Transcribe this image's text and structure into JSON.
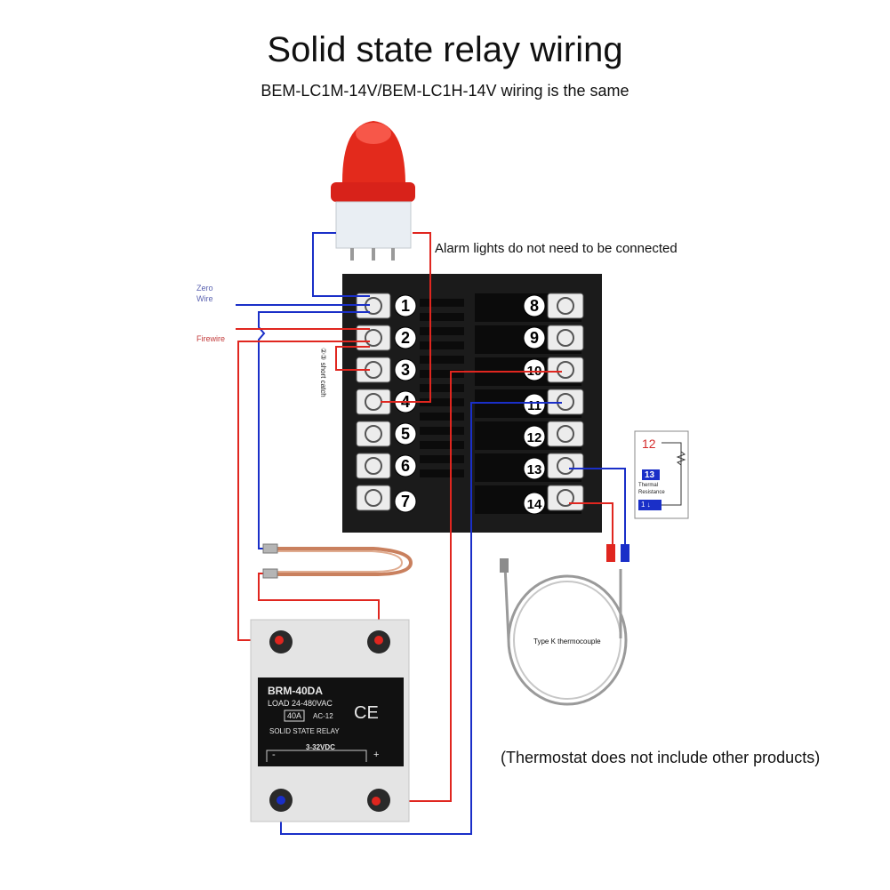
{
  "title": "Solid state relay wiring",
  "subtitle": "BEM-LC1M-14V/BEM-LC1H-14V wiring is the same",
  "alarm_note": "Alarm lights do not need to be connected",
  "labels": {
    "zero_wire_line1": "Zero",
    "zero_wire_line2": "Wire",
    "firewire": "Firewire",
    "short_catch": "②③ short catch",
    "thermocouple": "Type K thermocouple",
    "thermostat_note": "(Thermostat does not include other products)"
  },
  "terminals": {
    "left": [
      "1",
      "2",
      "3",
      "4",
      "5",
      "6",
      "7"
    ],
    "right": [
      "8",
      "9",
      "10",
      "11",
      "12",
      "13",
      "14"
    ]
  },
  "thermal_resistance": {
    "top_number": "12",
    "box_number": "13",
    "label_line1": "Thermal",
    "label_line2": "Resistance",
    "bottom_box": "1 ↓"
  },
  "ssr": {
    "model": "BRM-40DA",
    "load": "LOAD 24-480VAC",
    "current": "40A",
    "ac": "AC-12",
    "ce": "CE",
    "name": "SOLID STATE RELAY",
    "input": "3-32VDC",
    "minus": "-",
    "plus": "+"
  },
  "colors": {
    "red_wire": "#e0261f",
    "blue_wire": "#1a2fc8",
    "controller_body": "#1b1b1b",
    "ssr_body": "#111111",
    "alarm_red": "#e32a1c"
  }
}
